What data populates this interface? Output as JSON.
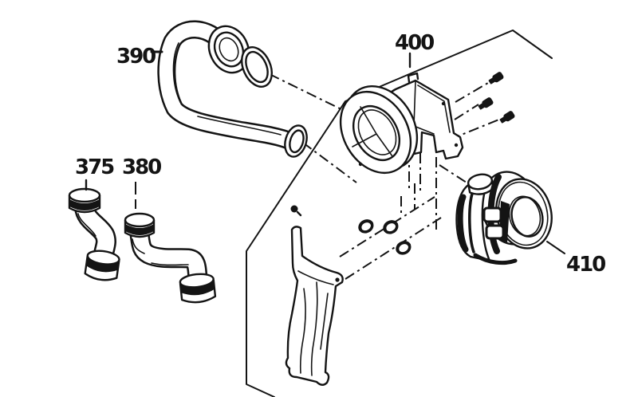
{
  "page": {
    "background": "#ffffff",
    "ink": "#141414"
  },
  "diagram": {
    "kind": "exploded-parts-line-drawing"
  },
  "parts": [
    {
      "label": "390"
    },
    {
      "label": "375"
    },
    {
      "label": "380"
    },
    {
      "label": "400"
    },
    {
      "label": "410"
    }
  ]
}
